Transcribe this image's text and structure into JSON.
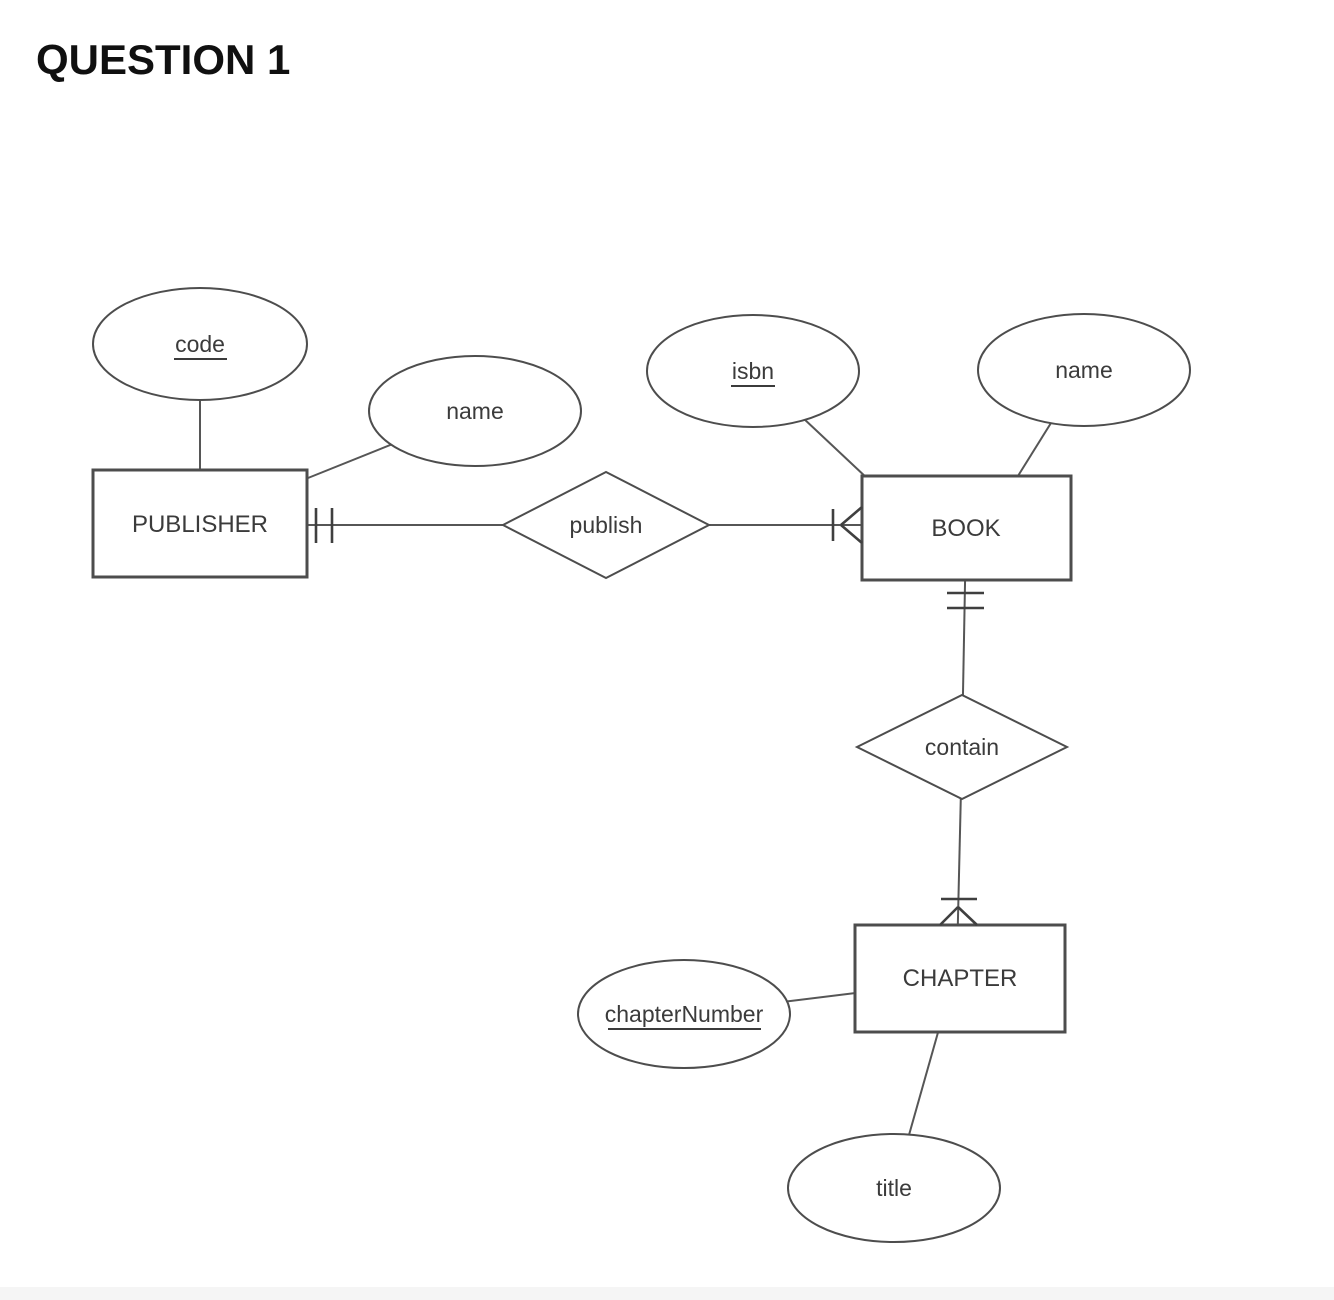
{
  "page_title": "QUESTION 1",
  "diagram": {
    "type": "entity-relationship",
    "entities": {
      "publisher": {
        "label": "PUBLISHER"
      },
      "book": {
        "label": "BOOK"
      },
      "chapter": {
        "label": "CHAPTER"
      }
    },
    "attributes": {
      "publisher_code": {
        "label": "code",
        "is_key": true,
        "entity": "PUBLISHER"
      },
      "publisher_name": {
        "label": "name",
        "is_key": false,
        "entity": "PUBLISHER"
      },
      "book_isbn": {
        "label": "isbn",
        "is_key": true,
        "entity": "BOOK"
      },
      "book_name": {
        "label": "name",
        "is_key": false,
        "entity": "BOOK"
      },
      "chapter_number": {
        "label": "chapterNumber",
        "is_key": true,
        "entity": "CHAPTER"
      },
      "chapter_title": {
        "label": "title",
        "is_key": false,
        "entity": "CHAPTER"
      }
    },
    "relationships": {
      "publish": {
        "label": "publish",
        "from": "PUBLISHER",
        "to": "BOOK",
        "cardinality_publisher_side": "one-and-only-one",
        "cardinality_book_side": "one-or-many"
      },
      "contain": {
        "label": "contain",
        "from": "BOOK",
        "to": "CHAPTER",
        "cardinality_book_side": "one-and-only-one",
        "cardinality_chapter_side": "one-or-many"
      }
    },
    "colors": {
      "line": "#565656",
      "shape_border": "#4d4d4d",
      "text": "#3b3b3b",
      "heading": "#101010",
      "background": "#ffffff",
      "bottom_strip": "#f5f5f5"
    }
  }
}
